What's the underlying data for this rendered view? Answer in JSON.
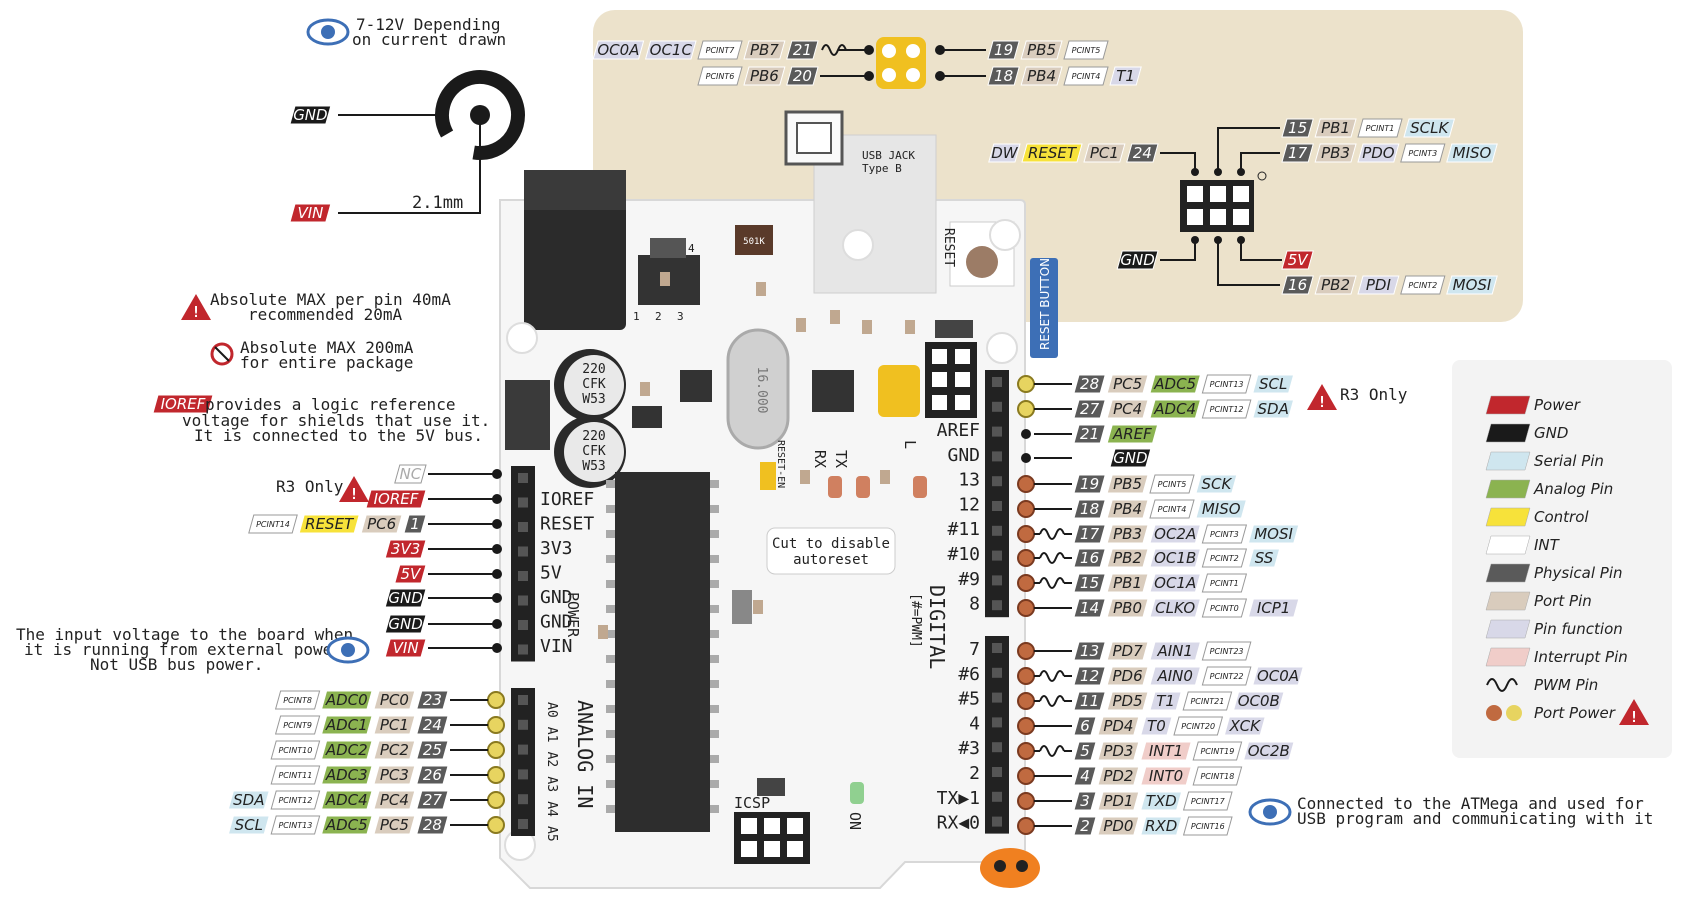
{
  "colors": {
    "Power": "#c1272d",
    "GND": "#1a1a1a",
    "Serial": "#cfe6ef",
    "Analog": "#8bb350",
    "Control": "#f7e23a",
    "INT": "#ffffff",
    "Physical": "#5a5a5a",
    "Port": "#d9ccbd",
    "Function": "#d8d8e8",
    "Interrupt": "#f0cdc9",
    "Beige": "#ece2cb",
    "Board": "#f5f5f5"
  },
  "notes": {
    "power_title1": "7-12V Depending",
    "power_title2": "on current drawn",
    "jack_size": "2.1mm",
    "gnd": "GND",
    "vin": "VIN",
    "maxpin1": "Absolute MAX per pin 40mA",
    "maxpin2": "recommended 20mA",
    "maxpkg1": "Absolute MAX 200mA",
    "maxpkg2": "for entire package",
    "ioref_tag": "IOREF",
    "ioref1": " provides a logic reference",
    "ioref2": "voltage for shields that use it.",
    "ioref3": "It is connected to the 5V bus.",
    "r3only": "R3 Only",
    "vin_note1": "The input voltage to the board when",
    "vin_note2": "it is running from external power.",
    "vin_note3": "Not USB bus power.",
    "usb_note1": "Connected to the ATMega and used for",
    "usb_note2": "USB program and communicating with it",
    "cut1": "Cut to disable",
    "cut2": "autoreset",
    "usb_jack1": "USB JACK",
    "usb_jack2": "Type B",
    "reset_button": "RESET BUTTON",
    "reset_small": "RESET",
    "reset_en": "RESET-EN",
    "icsp": "ICSP",
    "on": "ON",
    "tx": "TX",
    "rx": "RX",
    "l": "L",
    "aref": "AREF",
    "gnd_pin": "GND",
    "power_hdr": "POWER",
    "analog_in": "ANALOG IN",
    "digital": "DIGITAL",
    "pwm": "[#=PWM]",
    "cap": "220\nCFK\nW53",
    "crystal": "16.000",
    "res501": "501K",
    "reg_pins": "1 2 3",
    "reg_tab": "4"
  },
  "legend": [
    {
      "label": "Power",
      "color": "#c1272d"
    },
    {
      "label": "GND",
      "color": "#1a1a1a"
    },
    {
      "label": "Serial Pin",
      "color": "#cfe6ef"
    },
    {
      "label": "Analog Pin",
      "color": "#8bb350"
    },
    {
      "label": "Control",
      "color": "#f7e23a"
    },
    {
      "label": "INT",
      "color": "#ffffff"
    },
    {
      "label": "Physical Pin",
      "color": "#5a5a5a"
    },
    {
      "label": "Port Pin",
      "color": "#d9ccbd"
    },
    {
      "label": "Pin function",
      "color": "#d8d8e8"
    },
    {
      "label": "Interrupt Pin",
      "color": "#f0cdc9"
    },
    {
      "label": "PWM Pin",
      "color": ""
    },
    {
      "label": "Port Power",
      "color": ""
    }
  ],
  "power_header_labels": [
    "IOREF",
    "RESET",
    "3V3",
    "5V",
    "GND",
    "GND",
    "VIN"
  ],
  "power_pins": [
    [
      {
        "t": "NC",
        "c": "INT",
        "f": "#aaa"
      }
    ],
    [
      {
        "t": "IOREF",
        "c": "Power"
      }
    ],
    [
      {
        "t": "1",
        "c": "Physical"
      },
      {
        "t": "PC6",
        "c": "Port"
      },
      {
        "t": "RESET",
        "c": "Control"
      },
      {
        "t": "PCINT14",
        "c": "INT",
        "s": 1
      }
    ],
    [
      {
        "t": "3V3",
        "c": "Power"
      }
    ],
    [
      {
        "t": "5V",
        "c": "Power"
      }
    ],
    [
      {
        "t": "GND",
        "c": "GND"
      }
    ],
    [
      {
        "t": "GND",
        "c": "GND"
      }
    ],
    [
      {
        "t": "VIN",
        "c": "Power"
      }
    ]
  ],
  "analog_header_labels": [
    "A0",
    "A1",
    "A2",
    "A3",
    "A4",
    "A5"
  ],
  "analog_pins": [
    [
      {
        "t": "23",
        "c": "Physical"
      },
      {
        "t": "PC0",
        "c": "Port"
      },
      {
        "t": "ADC0",
        "c": "Analog"
      },
      {
        "t": "PCINT8",
        "c": "INT",
        "s": 1
      }
    ],
    [
      {
        "t": "24",
        "c": "Physical"
      },
      {
        "t": "PC1",
        "c": "Port"
      },
      {
        "t": "ADC1",
        "c": "Analog"
      },
      {
        "t": "PCINT9",
        "c": "INT",
        "s": 1
      }
    ],
    [
      {
        "t": "25",
        "c": "Physical"
      },
      {
        "t": "PC2",
        "c": "Port"
      },
      {
        "t": "ADC2",
        "c": "Analog"
      },
      {
        "t": "PCINT10",
        "c": "INT",
        "s": 1
      }
    ],
    [
      {
        "t": "26",
        "c": "Physical"
      },
      {
        "t": "PC3",
        "c": "Port"
      },
      {
        "t": "ADC3",
        "c": "Analog"
      },
      {
        "t": "PCINT11",
        "c": "INT",
        "s": 1
      }
    ],
    [
      {
        "t": "27",
        "c": "Physical"
      },
      {
        "t": "PC4",
        "c": "Port"
      },
      {
        "t": "ADC4",
        "c": "Analog"
      },
      {
        "t": "PCINT12",
        "c": "INT",
        "s": 1
      },
      {
        "t": "SDA",
        "c": "Serial"
      }
    ],
    [
      {
        "t": "28",
        "c": "Physical"
      },
      {
        "t": "PC5",
        "c": "Port"
      },
      {
        "t": "ADC5",
        "c": "Analog"
      },
      {
        "t": "PCINT13",
        "c": "INT",
        "s": 1
      },
      {
        "t": "SCL",
        "c": "Serial"
      }
    ]
  ],
  "digital_top_labels": [
    "AREF",
    "GND",
    "13",
    "12",
    "#11",
    "#10",
    "#9",
    "8"
  ],
  "digital_bottom_labels": [
    "7",
    "#6",
    "#5",
    "4",
    "#3",
    "2",
    "TX▶1",
    "RX◀0"
  ],
  "digital_top_pins": [
    [
      {
        "t": "28",
        "c": "Physical"
      },
      {
        "t": "PC5",
        "c": "Port"
      },
      {
        "t": "ADC5",
        "c": "Analog"
      },
      {
        "t": "PCINT13",
        "c": "INT",
        "s": 1
      },
      {
        "t": "SCL",
        "c": "Serial"
      }
    ],
    [
      {
        "t": "27",
        "c": "Physical"
      },
      {
        "t": "PC4",
        "c": "Port"
      },
      {
        "t": "ADC4",
        "c": "Analog"
      },
      {
        "t": "PCINT12",
        "c": "INT",
        "s": 1
      },
      {
        "t": "SDA",
        "c": "Serial"
      }
    ],
    [
      {
        "t": "21",
        "c": "Physical"
      },
      {
        "t": "AREF",
        "c": "Analog"
      }
    ],
    [
      {
        "t": "GND",
        "c": "GND"
      }
    ],
    [
      {
        "t": "19",
        "c": "Physical"
      },
      {
        "t": "PB5",
        "c": "Port"
      },
      {
        "t": "PCINT5",
        "c": "INT",
        "s": 1
      },
      {
        "t": "SCK",
        "c": "Serial"
      }
    ],
    [
      {
        "t": "18",
        "c": "Physical"
      },
      {
        "t": "PB4",
        "c": "Port"
      },
      {
        "t": "PCINT4",
        "c": "INT",
        "s": 1
      },
      {
        "t": "MISO",
        "c": "Serial"
      }
    ],
    [
      {
        "t": "17",
        "c": "Physical"
      },
      {
        "t": "PB3",
        "c": "Port"
      },
      {
        "t": "OC2A",
        "c": "Function"
      },
      {
        "t": "PCINT3",
        "c": "INT",
        "s": 1
      },
      {
        "t": "MOSI",
        "c": "Serial"
      }
    ],
    [
      {
        "t": "16",
        "c": "Physical"
      },
      {
        "t": "PB2",
        "c": "Port"
      },
      {
        "t": "OC1B",
        "c": "Function"
      },
      {
        "t": "PCINT2",
        "c": "INT",
        "s": 1
      },
      {
        "t": "SS",
        "c": "Serial"
      }
    ],
    [
      {
        "t": "15",
        "c": "Physical"
      },
      {
        "t": "PB1",
        "c": "Port"
      },
      {
        "t": "OC1A",
        "c": "Function"
      },
      {
        "t": "PCINT1",
        "c": "INT",
        "s": 1
      }
    ],
    [
      {
        "t": "14",
        "c": "Physical"
      },
      {
        "t": "PB0",
        "c": "Port"
      },
      {
        "t": "CLKO",
        "c": "Function"
      },
      {
        "t": "PCINT0",
        "c": "INT",
        "s": 1
      },
      {
        "t": "ICP1",
        "c": "Function"
      }
    ]
  ],
  "digital_bottom_pins": [
    [
      {
        "t": "13",
        "c": "Physical"
      },
      {
        "t": "PD7",
        "c": "Port"
      },
      {
        "t": "AIN1",
        "c": "Function"
      },
      {
        "t": "PCINT23",
        "c": "INT",
        "s": 1
      }
    ],
    [
      {
        "t": "12",
        "c": "Physical"
      },
      {
        "t": "PD6",
        "c": "Port"
      },
      {
        "t": "AIN0",
        "c": "Function"
      },
      {
        "t": "PCINT22",
        "c": "INT",
        "s": 1
      },
      {
        "t": "OC0A",
        "c": "Function"
      }
    ],
    [
      {
        "t": "11",
        "c": "Physical"
      },
      {
        "t": "PD5",
        "c": "Port"
      },
      {
        "t": "T1",
        "c": "Function"
      },
      {
        "t": "PCINT21",
        "c": "INT",
        "s": 1
      },
      {
        "t": "OC0B",
        "c": "Function"
      }
    ],
    [
      {
        "t": "6",
        "c": "Physical"
      },
      {
        "t": "PD4",
        "c": "Port"
      },
      {
        "t": "T0",
        "c": "Function"
      },
      {
        "t": "PCINT20",
        "c": "INT",
        "s": 1
      },
      {
        "t": "XCK",
        "c": "Function"
      }
    ],
    [
      {
        "t": "5",
        "c": "Physical"
      },
      {
        "t": "PD3",
        "c": "Port"
      },
      {
        "t": "INT1",
        "c": "Interrupt"
      },
      {
        "t": "PCINT19",
        "c": "INT",
        "s": 1
      },
      {
        "t": "OC2B",
        "c": "Function"
      }
    ],
    [
      {
        "t": "4",
        "c": "Physical"
      },
      {
        "t": "PD2",
        "c": "Port"
      },
      {
        "t": "INT0",
        "c": "Interrupt"
      },
      {
        "t": "PCINT18",
        "c": "INT",
        "s": 1
      }
    ],
    [
      {
        "t": "3",
        "c": "Physical"
      },
      {
        "t": "PD1",
        "c": "Port"
      },
      {
        "t": "TXD",
        "c": "Serial"
      },
      {
        "t": "PCINT17",
        "c": "INT",
        "s": 1
      }
    ],
    [
      {
        "t": "2",
        "c": "Physical"
      },
      {
        "t": "PD0",
        "c": "Port"
      },
      {
        "t": "RXD",
        "c": "Serial"
      },
      {
        "t": "PCINT16",
        "c": "INT",
        "s": 1
      }
    ]
  ],
  "usb_left": [
    [
      {
        "t": "21",
        "c": "Physical"
      },
      {
        "t": "PB7",
        "c": "Port"
      },
      {
        "t": "PCINT7",
        "c": "INT",
        "s": 1
      },
      {
        "t": "OC1C",
        "c": "Function"
      },
      {
        "t": "OC0A",
        "c": "Function"
      }
    ],
    [
      {
        "t": "20",
        "c": "Physical"
      },
      {
        "t": "PB6",
        "c": "Port"
      },
      {
        "t": "PCINT6",
        "c": "INT",
        "s": 1
      }
    ]
  ],
  "usb_right": [
    [
      {
        "t": "19",
        "c": "Physical"
      },
      {
        "t": "PB5",
        "c": "Port"
      },
      {
        "t": "PCINT5",
        "c": "INT",
        "s": 1
      }
    ],
    [
      {
        "t": "18",
        "c": "Physical"
      },
      {
        "t": "PB4",
        "c": "Port"
      },
      {
        "t": "PCINT4",
        "c": "INT",
        "s": 1
      },
      {
        "t": "T1",
        "c": "Function"
      }
    ]
  ],
  "icsp_top_right": [
    [
      {
        "t": "15",
        "c": "Physical"
      },
      {
        "t": "PB1",
        "c": "Port"
      },
      {
        "t": "PCINT1",
        "c": "INT",
        "s": 1
      },
      {
        "t": "SCLK",
        "c": "Serial"
      }
    ],
    [
      {
        "t": "17",
        "c": "Physical"
      },
      {
        "t": "PB3",
        "c": "Port"
      },
      {
        "t": "PDO",
        "c": "Function"
      },
      {
        "t": "PCINT3",
        "c": "INT",
        "s": 1
      },
      {
        "t": "MISO",
        "c": "Serial"
      }
    ]
  ],
  "icsp_left": [
    {
      "t": "24",
      "c": "Physical"
    },
    {
      "t": "PC1",
      "c": "Port"
    },
    {
      "t": "RESET",
      "c": "Control"
    },
    {
      "t": "DW",
      "c": "Function"
    }
  ],
  "icsp_bottom_right": [
    [
      {
        "t": "5V",
        "c": "Power"
      }
    ],
    [
      {
        "t": "16",
        "c": "Physical"
      },
      {
        "t": "PB2",
        "c": "Port"
      },
      {
        "t": "PDI",
        "c": "Function"
      },
      {
        "t": "PCINT2",
        "c": "INT",
        "s": 1
      },
      {
        "t": "MOSI",
        "c": "Serial"
      }
    ]
  ],
  "icsp_bottom_left": [
    {
      "t": "GND",
      "c": "GND"
    }
  ]
}
